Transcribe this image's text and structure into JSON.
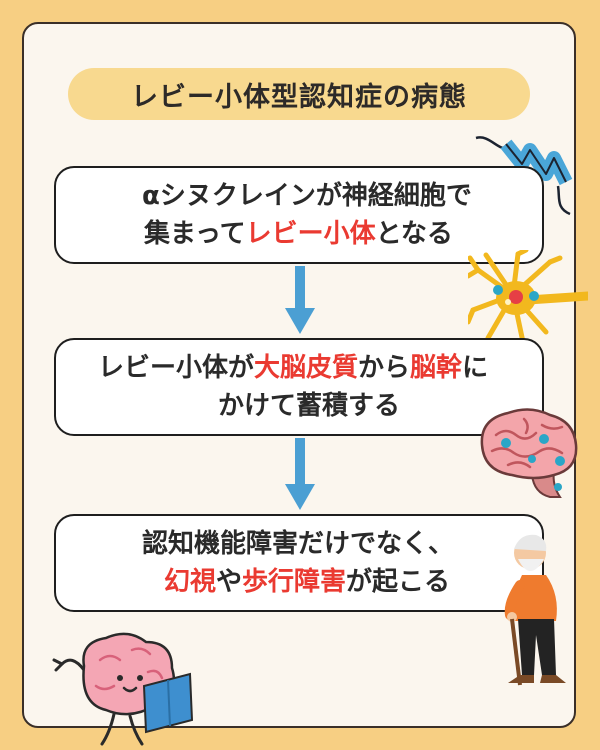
{
  "title": "レビー小体型認知症の病態",
  "steps": [
    {
      "line1": "αシヌクレインが神経細胞で",
      "line2_a": "集まって",
      "line2_red": "レビー小体",
      "line2_b": "となる"
    },
    {
      "line1_a": "レビー小体が",
      "line1_red1": "大脳皮質",
      "line1_b": "から",
      "line1_red2": "脳幹",
      "line1_c": "に",
      "line2": "かけて蓄積する"
    },
    {
      "line1": "認知機能障害だけでなく、",
      "line2_red1": "幻視",
      "line2_a": "や",
      "line2_red2": "歩行障害",
      "line2_b": "が起こる"
    }
  ],
  "colors": {
    "background": "#f7cf83",
    "card": "#fbf6ee",
    "title_pill": "#f8d98f",
    "arrow": "#4b9fd3",
    "highlight_red": "#ea3a31"
  },
  "icons": [
    "protein-helix-icon",
    "neuron-icon",
    "brain-icon",
    "elderly-man-with-cane-icon",
    "brain-reading-book-mascot-icon"
  ]
}
